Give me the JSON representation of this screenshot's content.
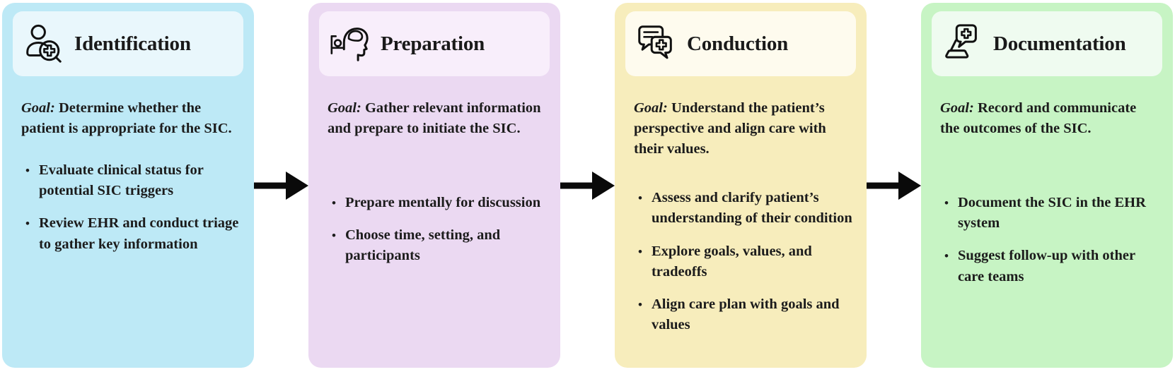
{
  "diagram": {
    "background": "#ffffff",
    "text_color": "#1c1c1c",
    "arrow_color": "#0a0a0a",
    "stages": [
      {
        "id": "identification",
        "title": "Identification",
        "icon": "person-search-icon",
        "card_color": "#bde9f6",
        "header_color": "#e9f7fc",
        "goal_label": "Goal:",
        "goal_text": "Determine whether the patient is appropriate for the SIC.",
        "bullets": [
          "Evaluate clinical status for potential SIC triggers",
          "Review EHR and conduct triage to gather key information"
        ]
      },
      {
        "id": "preparation",
        "title": "Preparation",
        "icon": "head-brain-bed-icon",
        "card_color": "#ebd9f2",
        "header_color": "#f8eefb",
        "goal_label": "Goal:",
        "goal_text": "Gather relevant information and prepare to initiate the SIC.",
        "bullets": [
          "Prepare mentally for discussion",
          "Choose time, setting, and participants"
        ]
      },
      {
        "id": "conduction",
        "title": "Conduction",
        "icon": "chat-medical-icon",
        "card_color": "#f7edbc",
        "header_color": "#fefbee",
        "goal_label": "Goal:",
        "goal_text": "Understand the patient’s perspective and align care with their values.",
        "bullets": [
          "Assess and clarify patient’s understanding of their condition",
          "Explore goals, values, and tradeoffs",
          "Align care plan with goals and values"
        ]
      },
      {
        "id": "documentation",
        "title": "Documentation",
        "icon": "laptop-medical-icon",
        "card_color": "#c7f4c4",
        "header_color": "#effbf0",
        "goal_label": "Goal:",
        "goal_text": "Record and communicate the outcomes of the SIC.",
        "bullets": [
          "Document the SIC in the EHR system",
          "Suggest follow-up with other care teams"
        ]
      }
    ]
  }
}
